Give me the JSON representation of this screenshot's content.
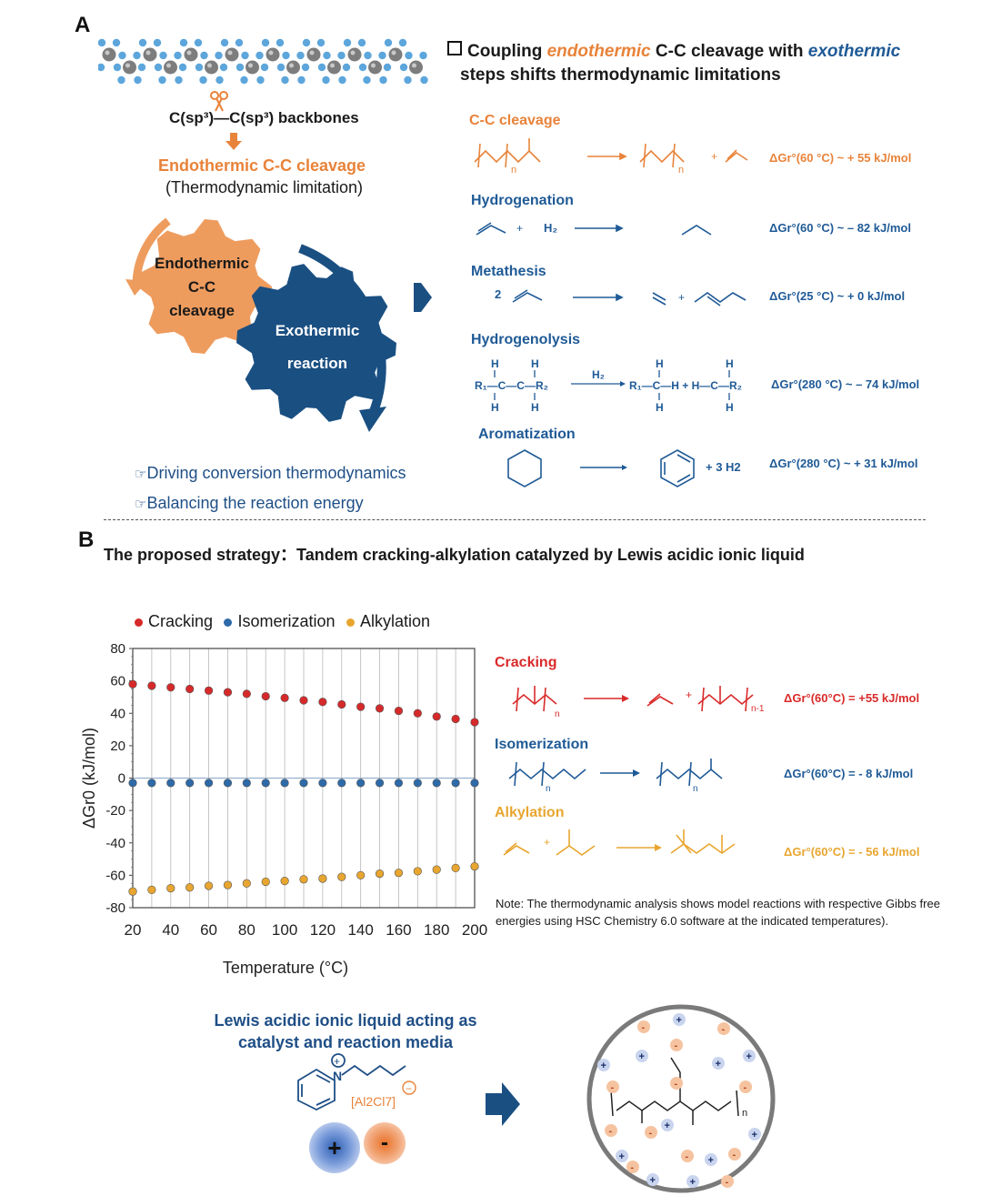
{
  "panel_a": {
    "label": "A",
    "title_line1_prefix": "Coupling ",
    "title_word_endo": "endothermic",
    "title_line1_mid": " C-C cleavage with ",
    "title_word_exo": "exothermic",
    "title_line2": "steps shifts thermodynamic limitations",
    "backbone_label": "C(sp³)—C(sp³) backbones",
    "endo_label": "Endothermic C-C cleavage",
    "thermo_limit": "(Thermodynamic limitation)",
    "gear_orange": [
      "Endothermic",
      "C-C",
      "cleavage"
    ],
    "gear_blue": [
      "Exothermic",
      "reaction"
    ],
    "bullet1": "Driving conversion thermodynamics",
    "bullet2": "Balancing the reaction energy",
    "reactions": [
      {
        "name": "C-C cleavage",
        "energy": "ΔGr°(60 °C) ~ + 55 kJ/mol"
      },
      {
        "name": "Hydrogenation",
        "energy": "ΔGr°(60 °C) ~ – 82 kJ/mol"
      },
      {
        "name": "Metathesis",
        "energy": "ΔGr°(25 °C) ~ + 0 kJ/mol"
      },
      {
        "name": "Hydrogenolysis",
        "energy": "ΔGr°(280 °C) ~ – 74 kJ/mol"
      },
      {
        "name": "Aromatization",
        "energy": "ΔGr°(280 °C) ~ + 31 kJ/mol"
      }
    ],
    "h2_label": "H2",
    "metathesis_coef": "2",
    "hydrogenolysis_left": "R1—C—C—R2",
    "hydrogenolysis_right": "R1—C—H + H—C—R2",
    "aromatization_product": "+ 3 H2"
  },
  "panel_b": {
    "label": "B",
    "title": "The proposed strategy：Tandem cracking-alkylation catalyzed by Lewis acidic ionic liquid",
    "reactions": [
      {
        "name": "Cracking",
        "energy": "ΔGr°(60°C) = +55 kJ/mol"
      },
      {
        "name": "Isomerization",
        "energy": "ΔGr°(60°C) = - 8 kJ/mol"
      },
      {
        "name": "Alkylation",
        "energy": "ΔGr°(60°C) = - 56 kJ/mol"
      }
    ],
    "note": "Note: The thermodynamic analysis shows model reactions with respective Gibbs free energies using HSC Chemistry 6.0 software at the indicated temperatures).",
    "ionic_title": [
      "Lewis acidic ionic liquid acting as",
      "catalyst and reaction media"
    ],
    "anion": "[Al2Cl7]",
    "plus": "+",
    "minus": "-"
  },
  "chart_data": {
    "type": "scatter",
    "xlabel": "Temperature (°C)",
    "ylabel": "ΔGr0 (kJ/mol)",
    "xlim": [
      20,
      200
    ],
    "ylim": [
      -80,
      80
    ],
    "xticks": [
      20,
      40,
      60,
      80,
      100,
      120,
      140,
      160,
      180,
      200
    ],
    "yticks": [
      80,
      60,
      40,
      20,
      0,
      -20,
      -40,
      -60,
      -80
    ],
    "x": [
      20,
      30,
      40,
      50,
      60,
      70,
      80,
      90,
      100,
      110,
      120,
      130,
      140,
      150,
      160,
      170,
      180,
      190,
      200
    ],
    "series": [
      {
        "name": "Cracking",
        "color": "#d62a2a",
        "values": [
          58,
          57,
          56,
          55,
          54,
          53,
          52,
          50.5,
          49.5,
          48,
          47,
          45.5,
          44,
          43,
          41.5,
          40,
          38,
          36.5,
          34.5
        ]
      },
      {
        "name": "Isomerization",
        "color": "#2e6aa8",
        "values": [
          -3,
          -3,
          -3,
          -3,
          -3,
          -3,
          -3,
          -3,
          -3,
          -3,
          -3,
          -3,
          -3,
          -3,
          -3,
          -3,
          -3,
          -3,
          -3
        ]
      },
      {
        "name": "Alkylation",
        "color": "#e8a630",
        "values": [
          -70,
          -69,
          -68,
          -67.5,
          -66.5,
          -66,
          -65,
          -64,
          -63.5,
          -62.5,
          -62,
          -61,
          -60,
          -59,
          -58.5,
          -57.5,
          -56.5,
          -55.5,
          -54.5
        ]
      }
    ],
    "legend": "top",
    "grid": "vertical"
  },
  "colors": {
    "orange": "#e8833a",
    "blue": "#1f5a96",
    "red": "#d92a2a",
    "gear_blue": "#1a4f82",
    "gear_orange": "#ee9c5e"
  }
}
